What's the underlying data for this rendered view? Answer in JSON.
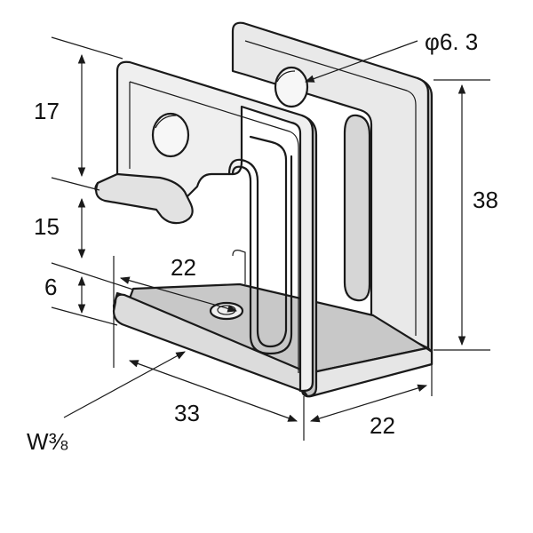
{
  "diagram": {
    "dimensions": {
      "height_upper": "17",
      "height_middle": "15",
      "height_lower": "6",
      "overall_height": "38",
      "inner_width": "22",
      "depth": "33",
      "width": "22",
      "hole_diameter": "φ6. 3",
      "thread": "W⅜"
    },
    "colors": {
      "outline": "#1a1a1a",
      "face_light": "#eeeeee",
      "face_mid": "#d8d8d8",
      "face_dark": "#bdbdbd",
      "hole": "#f8f8f8"
    }
  }
}
